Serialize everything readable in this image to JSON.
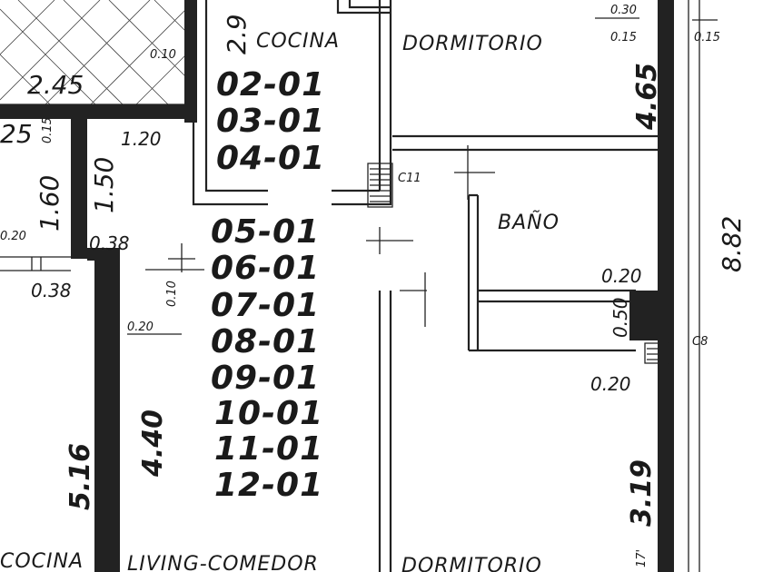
{
  "rooms": {
    "cocina_top": "COCINA",
    "dormitorio_top": "DORMITORIO",
    "bano": "BAÑO",
    "cocina_bottom": "COCINA",
    "living_comedor": "LIVING-COMEDOR",
    "dormitorio_bottom": "DORMITORIO"
  },
  "unit_codes": [
    "02-01",
    "03-01",
    "04-01",
    "05-01",
    "06-01",
    "07-01",
    "08-01",
    "09-01",
    "10-01",
    "11-01",
    "12-01"
  ],
  "dimensions": {
    "d_2_45": "2.45",
    "d_0_10_top": "0.10",
    "d_2_9": "2.9",
    "d_25": "25",
    "d_0_15_left": "0.15",
    "d_1_60": "1.60",
    "d_1_20": "1.20",
    "d_1_50": "1.50",
    "d_0_20_left": "0.20",
    "d_0_38_a": "0.38",
    "d_0_38_b": "0.38",
    "d_0_10_mid": "0.10",
    "d_0_20_mid": "0.20",
    "d_4_40": "4.40",
    "d_5_16": "5.16",
    "d_0_30": "0.30",
    "d_0_15_right_a": "0.15",
    "d_0_15_right_b": "0.15",
    "d_4_65": "4.65",
    "d_8_82": "8.82",
    "d_0_20_bath": "0.20",
    "d_0_50": "0.50",
    "d_0_20_low": "0.20",
    "d_3_19": "3.19",
    "d_17": "17'"
  },
  "columns": {
    "c11": "C11",
    "c8": "C8"
  }
}
